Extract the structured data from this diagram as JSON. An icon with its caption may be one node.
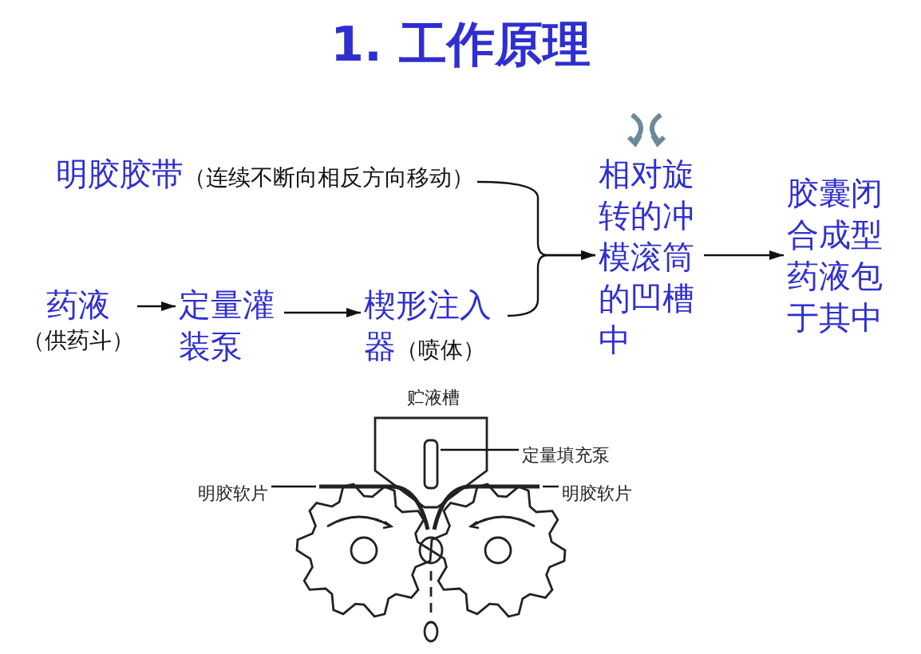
{
  "diagram": {
    "title": "1. 工作原理",
    "nodes": [
      {
        "text": [
          "明胶胶带",
          "（连续不断向相反方向移动）"
        ]
      },
      {
        "text": [
          "药液",
          "（供药斗）"
        ]
      },
      {
        "text": [
          "定量灌装泵"
        ]
      },
      {
        "text": [
          "楔形注入器",
          "（喷体）"
        ]
      },
      {
        "text": [
          "相对旋转的冲模滚筒的凹槽中"
        ]
      },
      {
        "text": [
          "胶囊闭合成型药液包于其中"
        ]
      },
      {
        "text": [
          "定量填充泵"
        ]
      },
      {
        "text": [],
        "shape": "cylinder"
      },
      {
        "text": [
          "明胶软片"
        ]
      },
      {
        "text": [],
        "shape": "bar"
      },
      {
        "text": [
          "明胶软片"
        ]
      },
      {
        "text": [],
        "shape": "bar"
      }
    ],
    "edges": [
      {
        "from": 1,
        "to": 2,
        "arrow": "to"
      },
      {
        "from": 2,
        "to": 3,
        "arrow": "to"
      },
      {
        "from": 0,
        "to": 4,
        "arrow": "to"
      },
      {
        "from": 3,
        "to": 4,
        "arrow": "to"
      },
      {
        "from": 4,
        "to": 5,
        "arrow": "to"
      },
      {
        "from": 6,
        "to": 7,
        "arrow": "none"
      },
      {
        "from": 8,
        "to": 9,
        "arrow": "none"
      },
      {
        "from": 10,
        "to": 11,
        "arrow": "none"
      }
    ],
    "labels": [
      "贮液槽"
    ]
  }
}
